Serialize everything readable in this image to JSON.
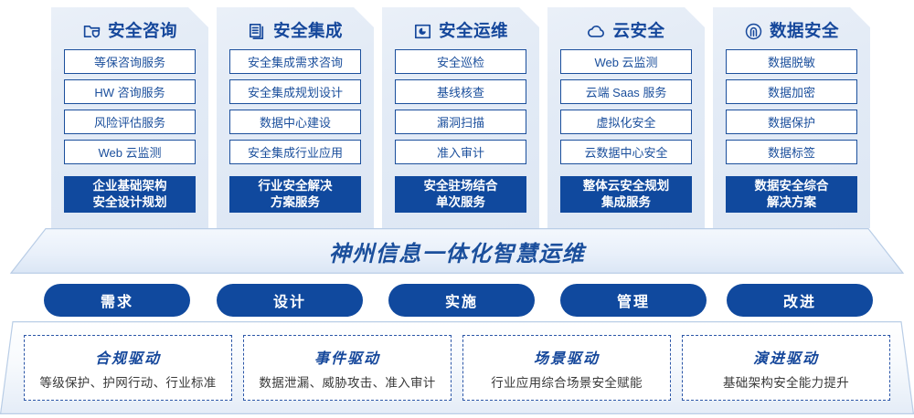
{
  "columns": [
    {
      "icon": "folder-shield-icon",
      "title": "安全咨询",
      "items": [
        "等保咨询服务",
        "HW 咨询服务",
        "风险评估服务",
        "Web 云监测"
      ],
      "primary": [
        "企业基础架构",
        "安全设计规划"
      ]
    },
    {
      "icon": "documents-copy-icon",
      "title": "安全集成",
      "items": [
        "安全集成需求咨询",
        "安全集成规划设计",
        "数据中心建设",
        "安全集成行业应用"
      ],
      "primary": [
        "行业安全解决",
        "方案服务"
      ]
    },
    {
      "icon": "chart-box-icon",
      "title": "安全运维",
      "items": [
        "安全巡检",
        "基线核查",
        "漏洞扫描",
        "准入审计"
      ],
      "primary": [
        "安全驻场结合",
        "单次服务"
      ]
    },
    {
      "icon": "cloud-icon",
      "title": "云安全",
      "items": [
        "Web 云监测",
        "云端 Saas 服务",
        "虚拟化安全",
        "云数据中心安全"
      ],
      "primary": [
        "整体云安全规划",
        "集成服务"
      ]
    },
    {
      "icon": "fingerprint-icon",
      "title": "数据安全",
      "items": [
        "数据脱敏",
        "数据加密",
        "数据保护",
        "数据标签"
      ],
      "primary": [
        "数据安全综合",
        "解决方案"
      ]
    }
  ],
  "banner": {
    "title": "神州信息一体化智慧运维"
  },
  "pills": [
    {
      "label": "需求"
    },
    {
      "label": "设计"
    },
    {
      "label": "实施"
    },
    {
      "label": "管理"
    },
    {
      "label": "改进"
    }
  ],
  "drivers": [
    {
      "title": "合规驱动",
      "subtitle": "等级保护、护网行动、行业标准"
    },
    {
      "title": "事件驱动",
      "subtitle": "数据泄漏、威胁攻击、准入审计"
    },
    {
      "title": "场景驱动",
      "subtitle": "行业应用综合场景安全赋能"
    },
    {
      "title": "演进驱动",
      "subtitle": "基础架构安全能力提升"
    }
  ],
  "colors": {
    "brand_blue": "#15479b",
    "primary_fill": "#10499e",
    "item_border": "#1b4f9c",
    "panel_bg": "#e6eef8",
    "dashed_border": "#2b56a7"
  }
}
